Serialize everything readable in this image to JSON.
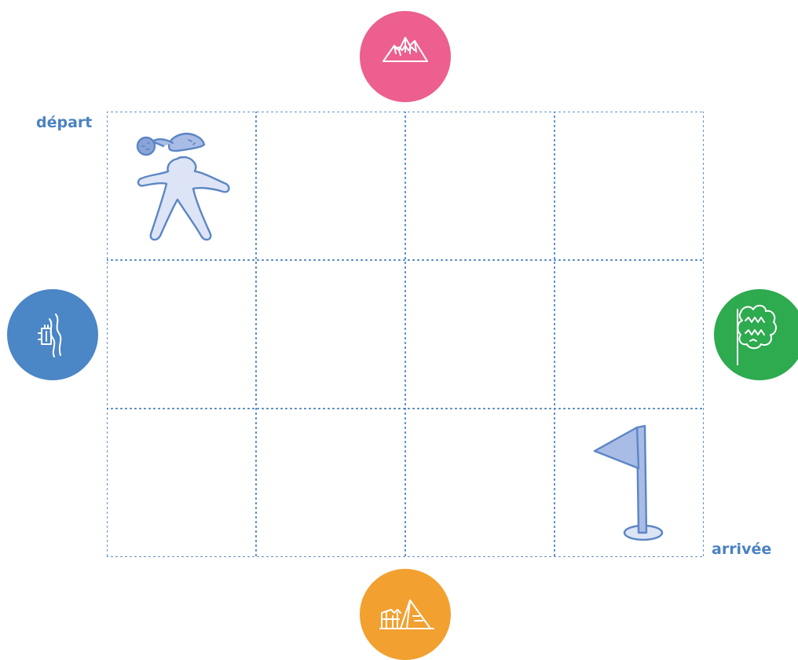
{
  "labels": {
    "start": "départ",
    "end": "arrivée"
  },
  "grid": {
    "rows": 3,
    "cols": 4,
    "start_cell": [
      0,
      0
    ],
    "end_cell": [
      2,
      3
    ]
  },
  "badges": [
    {
      "side": "top",
      "icon": "mountain-icon",
      "color": "#ec5f8f"
    },
    {
      "side": "left",
      "icon": "boat-river-icon",
      "color": "#4b86c6"
    },
    {
      "side": "right",
      "icon": "forest-tree-icon",
      "color": "#2eaa4f"
    },
    {
      "side": "bottom",
      "icon": "tent-camp-icon",
      "color": "#f2a030"
    }
  ],
  "colors": {
    "grid_line": "#4a82c0",
    "label": "#4a82c0",
    "figure_fill": "#dde4f6",
    "figure_stroke": "#5b86c4",
    "flag_fill": "#a9bce6"
  }
}
